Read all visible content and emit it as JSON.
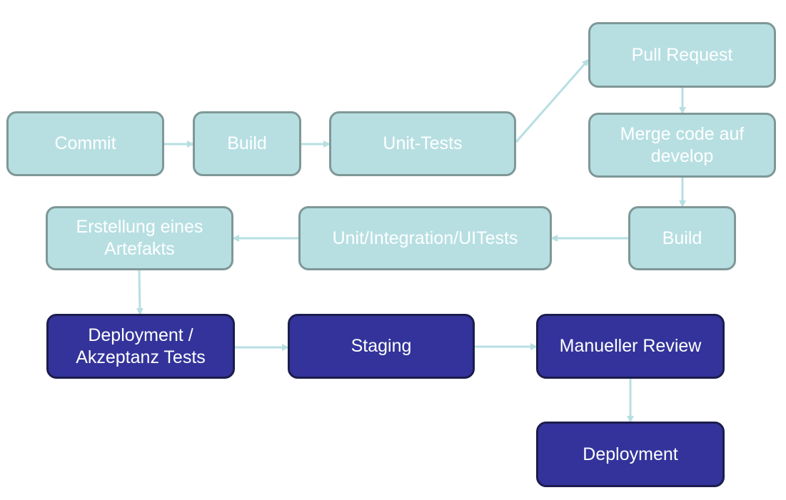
{
  "colors": {
    "light_fill": "#b7dfe2",
    "light_border": "#7f9797",
    "dark_fill": "#33339b",
    "dark_border": "#1c1c4e",
    "arrow": "#b7dfe2",
    "text": "#ffffff"
  },
  "nodes": {
    "commit": "Commit",
    "build_1": "Build",
    "unit_tests": "Unit-Tests",
    "pull_request": "Pull Request",
    "merge_code": "Merge code auf\ndevelop",
    "build_2": "Build",
    "unit_integration_ui_tests": "Unit/Integration/UITests",
    "artifact": "Erstellung eines\nArtefakts",
    "deployment_acceptance": "Deployment /\nAkzeptanz Tests",
    "staging": "Staging",
    "manual_review": "Manueller Review",
    "deployment": "Deployment"
  }
}
